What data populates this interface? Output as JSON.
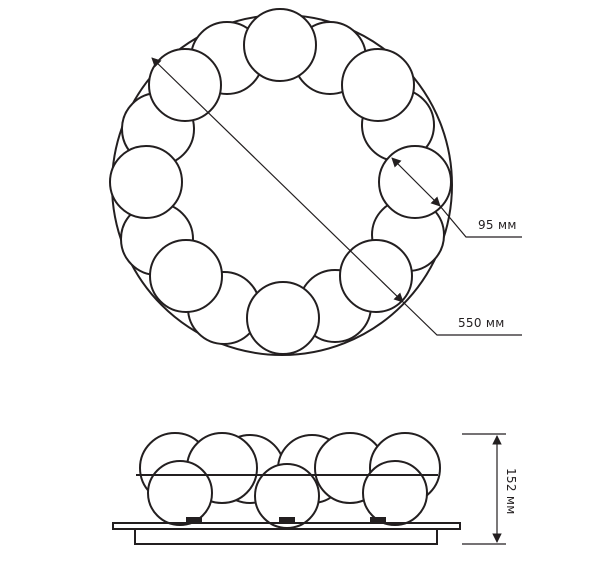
{
  "dimensions": {
    "globe_diameter": "95 мм",
    "overall_diameter": "550 мм",
    "height": "152 мм"
  },
  "colors": {
    "line": "#231f20",
    "background": "#ffffff"
  }
}
